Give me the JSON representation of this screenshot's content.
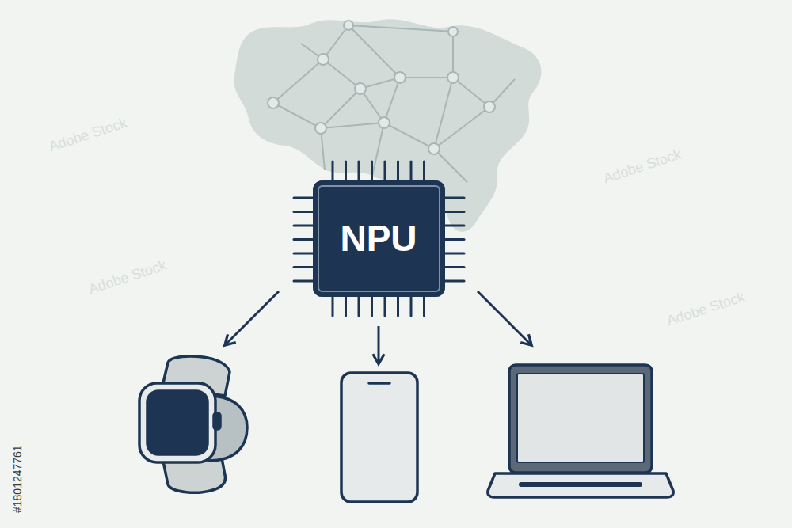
{
  "diagram": {
    "nodes": [
      {
        "text": [
          "NPU"
        ]
      }
    ],
    "labels": [
      "#1801247761",
      "Adobe Stock",
      "Adobe Stock",
      "Adobe Stock",
      "Adobe Stock"
    ]
  }
}
